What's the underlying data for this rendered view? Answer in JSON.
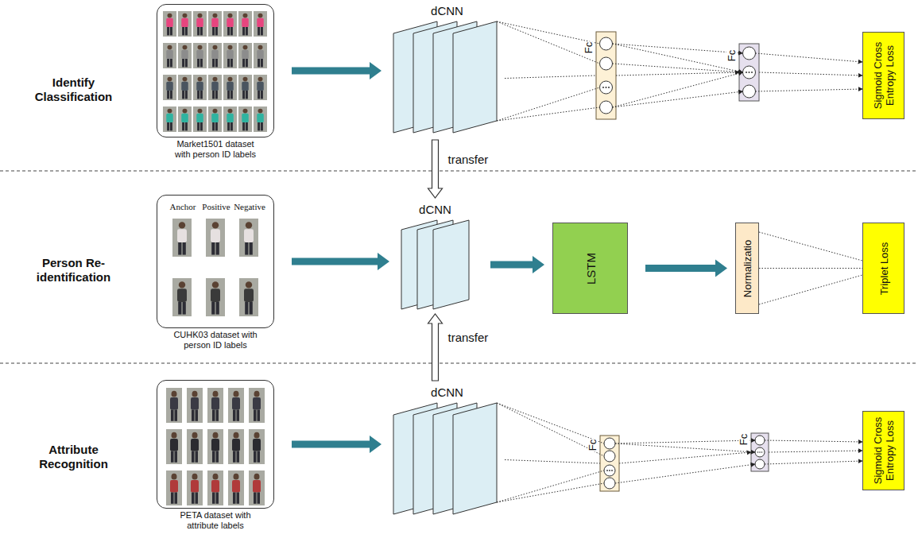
{
  "diagram": {
    "nodes": [
      {
        "text": [
          "Market1501 dataset with person ID labels"
        ]
      },
      {
        "text": [
          "dCNN"
        ]
      },
      {
        "text": [
          "Fc"
        ]
      },
      {
        "text": [
          "Fc"
        ]
      },
      {
        "text": [
          "Sigmoid Cross Entropy Loss"
        ]
      },
      {
        "text": [
          "Anchor",
          "Positive",
          "Negative",
          "CUHK03 dataset with person ID labels"
        ]
      },
      {
        "text": [
          "dCNN"
        ]
      },
      {
        "text": [
          "LSTM"
        ]
      },
      {
        "text": [
          "Normalizatio"
        ]
      },
      {
        "text": [
          "Triplet Loss"
        ]
      },
      {
        "text": [
          "PETA dataset with attribute labels"
        ]
      },
      {
        "text": [
          "dCNN"
        ]
      },
      {
        "text": [
          "Fc"
        ]
      },
      {
        "text": [
          "Fc"
        ]
      },
      {
        "text": [
          "Sigmoid Cross Entropy Loss"
        ]
      }
    ],
    "edges": [
      {
        "from": 0,
        "to": 1,
        "arrow": "to"
      },
      {
        "from": 1,
        "to": 2,
        "arrow": "none"
      },
      {
        "from": 2,
        "to": 3,
        "arrow": "to"
      },
      {
        "from": 3,
        "to": 4,
        "arrow": "to"
      },
      {
        "from": 1,
        "to": 6,
        "arrow": "to",
        "label": "transfer"
      },
      {
        "from": 5,
        "to": 6,
        "arrow": "to"
      },
      {
        "from": 6,
        "to": 7,
        "arrow": "to"
      },
      {
        "from": 7,
        "to": 8,
        "arrow": "to"
      },
      {
        "from": 8,
        "to": 9,
        "arrow": "none"
      },
      {
        "from": 11,
        "to": 6,
        "arrow": "to",
        "label": "transfer"
      },
      {
        "from": 10,
        "to": 11,
        "arrow": "to"
      },
      {
        "from": 11,
        "to": 12,
        "arrow": "none"
      },
      {
        "from": 12,
        "to": 13,
        "arrow": "to"
      },
      {
        "from": 13,
        "to": 14,
        "arrow": "to"
      }
    ],
    "labels": [
      "Identify Classification",
      "Person Re-identification",
      "Attribute Recognition"
    ]
  }
}
